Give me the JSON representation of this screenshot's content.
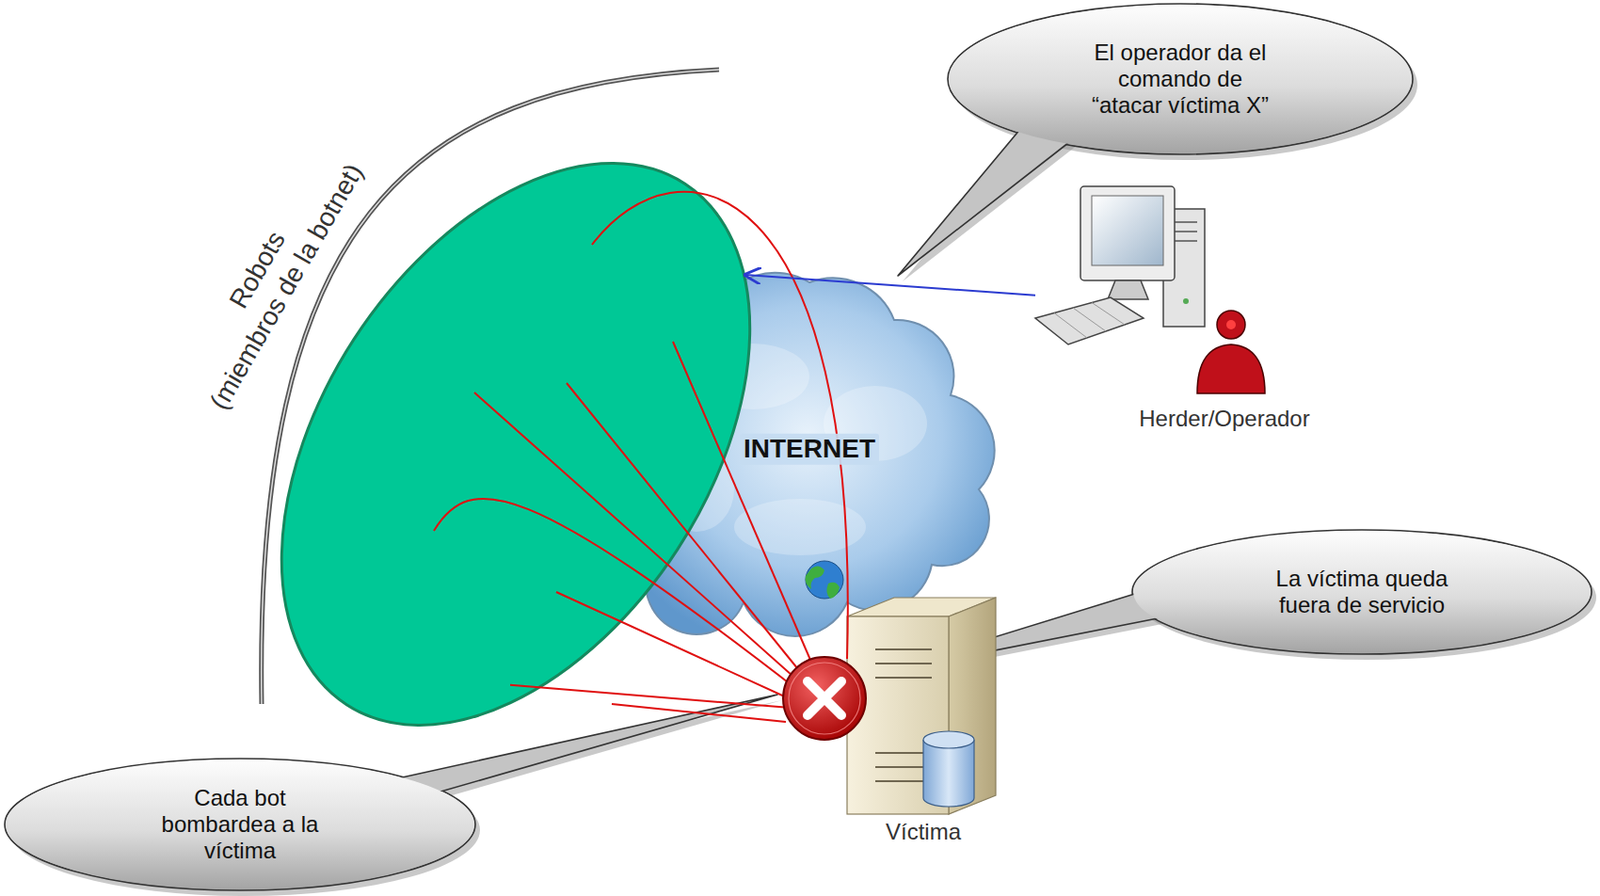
{
  "diagram": {
    "nodes": [
      {
        "text": [
          "El operador da el comando de “atacar víctima X”"
        ]
      },
      {
        "text": [
          "INTERNET"
        ]
      },
      {
        "text": [
          "Robots",
          "(miembros de la botnet)"
        ]
      },
      {
        "text": [
          "Herder/Operador"
        ]
      },
      {
        "text": [
          "La víctima queda fuera de servicio"
        ]
      },
      {
        "text": [
          "Víctima"
        ]
      },
      {
        "text": [
          "Cada bot bombardea a la víctima"
        ]
      }
    ],
    "edges": [
      {
        "from": 3,
        "to": 2,
        "arrow": "to"
      },
      {
        "from": 2,
        "to": 5,
        "arrow": "none"
      }
    ]
  }
}
